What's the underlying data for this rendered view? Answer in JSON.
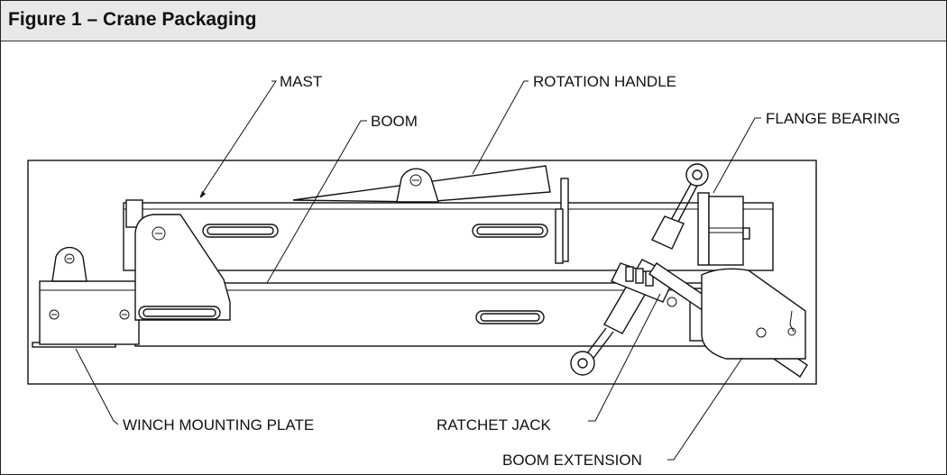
{
  "figure": {
    "title": "Figure 1 – Crane Packaging"
  },
  "labels": {
    "mast": "MAST",
    "rotation_handle": "ROTATION HANDLE",
    "boom": "BOOM",
    "flange_bearing": "FLANGE BEARING",
    "winch_mounting_plate": "WINCH MOUNTING PLATE",
    "ratchet_jack": "RATCHET JACK",
    "boom_extension": "BOOM EXTENSION"
  }
}
